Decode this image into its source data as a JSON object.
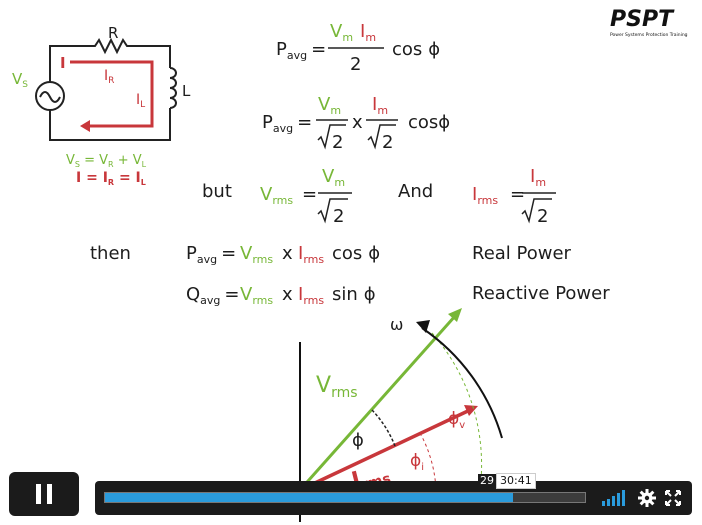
{
  "logo": {
    "text": "PSPT",
    "tagline": "Power Systems Protection Training"
  },
  "circuit": {
    "r_label": "R",
    "l_label": "L",
    "vs": "V",
    "vs_sub": "S",
    "i_label": "I",
    "ir": "I",
    "ir_sub": "R",
    "il": "I",
    "il_sub": "L",
    "eq1_v": "V",
    "eq1_vsub": "S",
    "eq1_mid": " = V",
    "eq1_rsub": "R",
    "eq1_plus": " + V",
    "eq1_lsub": "L",
    "eq2_i": "I = I",
    "eq2_rsub": "R",
    "eq2_eq": " = I",
    "eq2_lsub": "L"
  },
  "equations": {
    "p": "P",
    "avg": "avg",
    "q": "Q",
    "eq": "=",
    "v": "V",
    "i": "I",
    "m": "m",
    "rms": "rms",
    "two": "2",
    "sqrt2": "2",
    "cos": "cos",
    "sin": "sin",
    "phi": "ϕ",
    "x": "x",
    "but": "but",
    "and": "And",
    "then": "then",
    "real_power": "Real Power",
    "reactive_power": "Reactive Power"
  },
  "phasor": {
    "omega": "ω",
    "vrms_v": "V",
    "vrms_sub": "rms",
    "irms_i": "I",
    "irms_sub": "rms",
    "phi": "ϕ",
    "phi_v": "ϕ",
    "sub_v": "v",
    "phi_i": "ϕ",
    "sub_i": "i"
  },
  "player": {
    "progress": 0.85,
    "hover_time": "29",
    "current_time": "30:41",
    "colors": {
      "accent": "#2a9bdc",
      "bar": "#1b1b1b"
    }
  },
  "icons": [
    "pause-icon",
    "volume-icon",
    "settings-gear-icon",
    "fullscreen-icon"
  ]
}
